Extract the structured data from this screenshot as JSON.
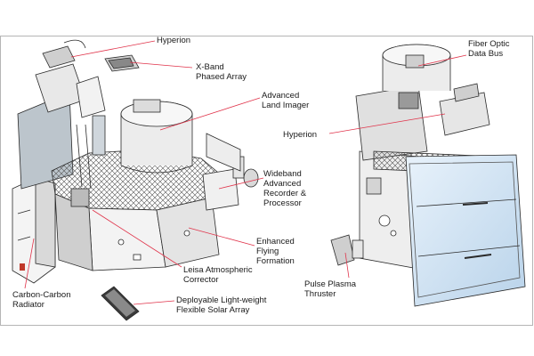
{
  "diagram": {
    "labels": {
      "hyperion_left": "Hyperion",
      "xband": "X-Band\nPhased Array",
      "ali": "Advanced\nLand Imager",
      "hyperion_right": "Hyperion",
      "wideband": "Wideband\nAdvanced\nRecorder &\nProcessor",
      "eff": "Enhanced\nFlying\nFormation",
      "leisa": "Leisa Atmospheric\nCorrector",
      "carbon": "Carbon-Carbon\nRadiator",
      "solar": "Deployable Light-weight\nFlexible Solar Array",
      "fiber": "Fiber Optic\nData Bus",
      "pulse": "Pulse Plasma\nThruster"
    },
    "colors": {
      "leader": "#e0334a",
      "line": "#2a2a2a",
      "panel_light": "#f2f2f2",
      "panel_mid": "#d6d6d6",
      "panel_dark": "#9a9a9a",
      "solar_blue": "#cfe3f3"
    }
  }
}
